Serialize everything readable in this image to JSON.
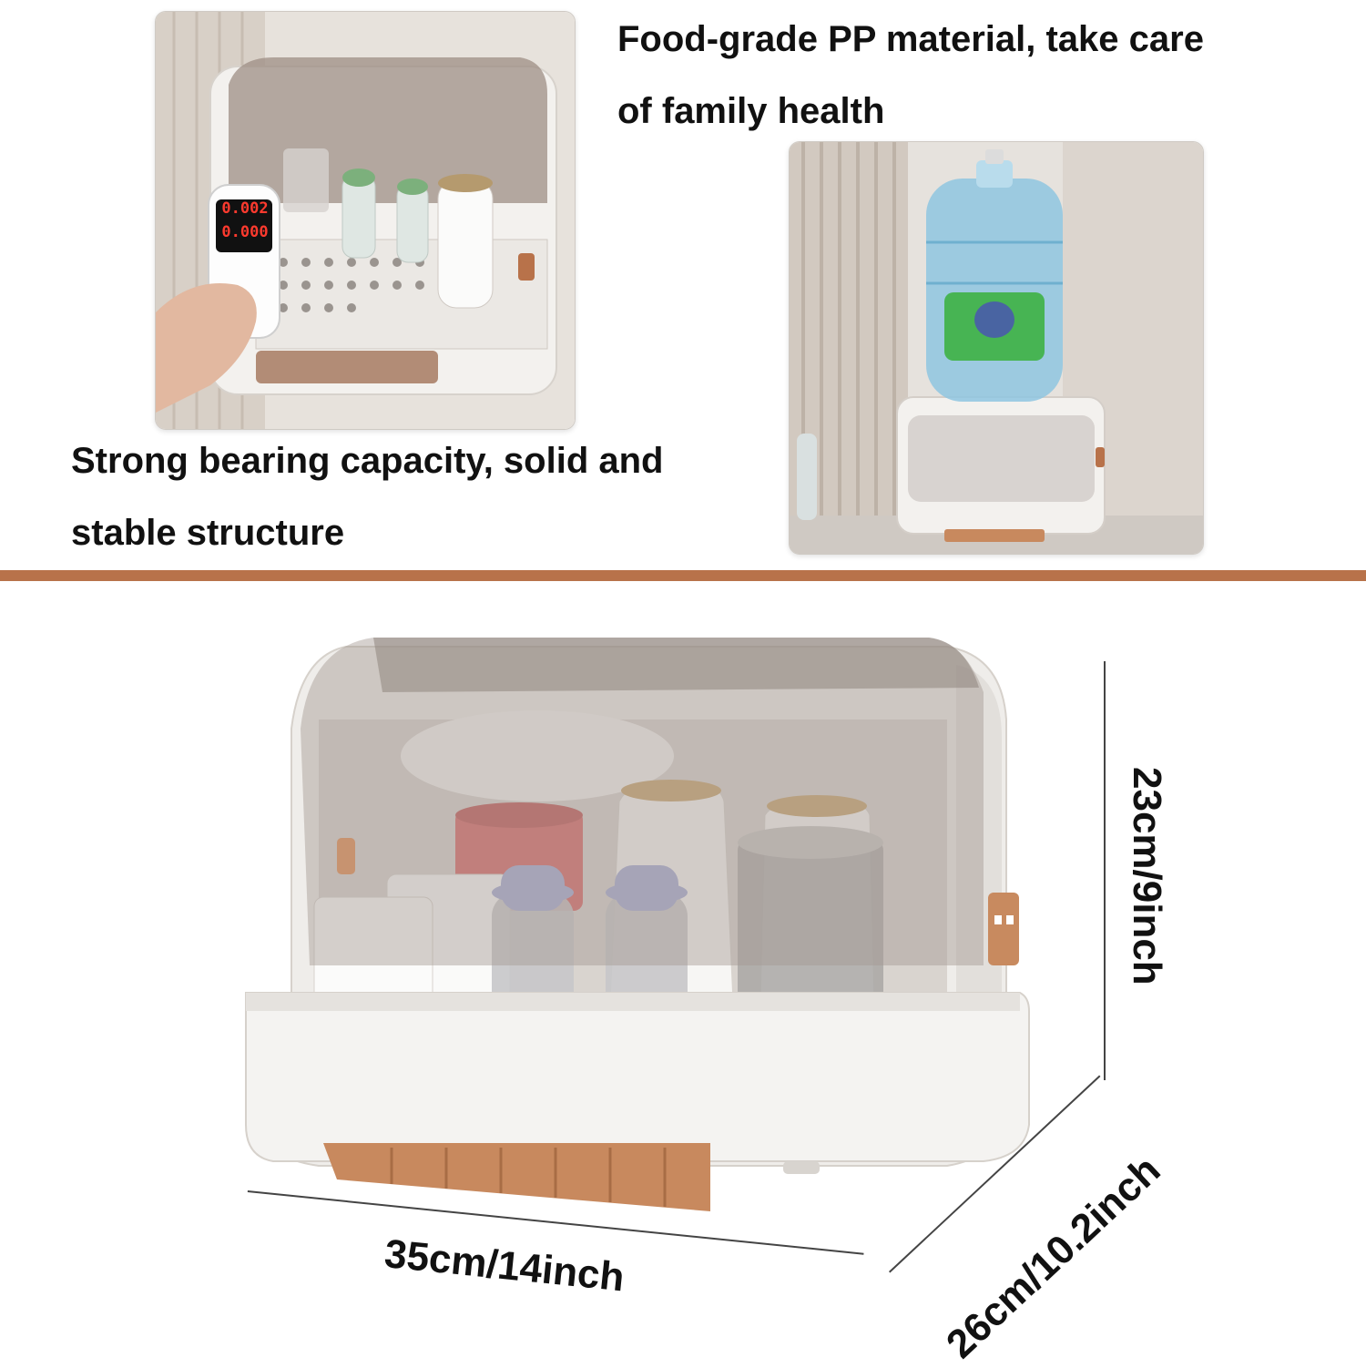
{
  "features": [
    {
      "text_line1": "Food-grade PP material, take care",
      "text_line2": "of family health"
    },
    {
      "text_line1": "Strong bearing capacity, solid and",
      "text_line2": "stable structure"
    }
  ],
  "photos": {
    "meter_photo": {
      "icon": "formaldehyde-meter-photo",
      "reading_hcho": "0.002",
      "reading_tvoc": "0.000"
    },
    "load_photo": {
      "icon": "water-jug-on-cabinet-photo"
    }
  },
  "dimensions": {
    "height": "23cm/9inch",
    "width": "35cm/14inch",
    "depth": "26cm/10.2inch"
  },
  "colors": {
    "accent_copper": "#b8724a",
    "product_white": "#f1efec",
    "lid_smoke": "#a49a92",
    "drawer_orange": "#c8895e"
  }
}
